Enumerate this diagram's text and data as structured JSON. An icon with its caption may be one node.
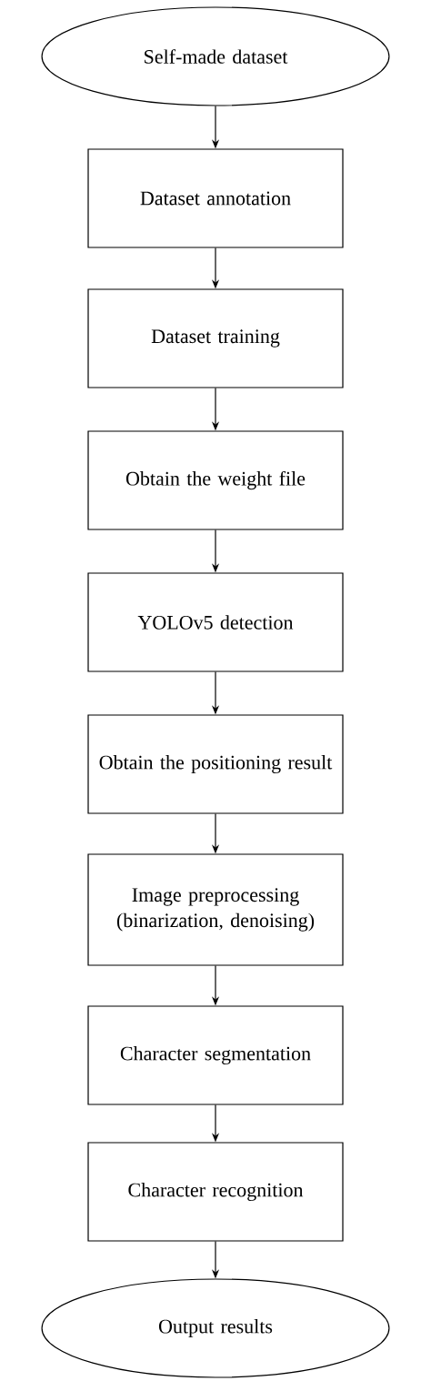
{
  "diagram": {
    "nodes": [
      {
        "text": [
          "Self-made dataset"
        ]
      },
      {
        "text": [
          "Dataset annotation"
        ]
      },
      {
        "text": [
          "Dataset training"
        ]
      },
      {
        "text": [
          "Obtain the weight file"
        ]
      },
      {
        "text": [
          "YOLOv5  detection"
        ]
      },
      {
        "text": [
          "Obtain the positioning result"
        ]
      },
      {
        "text": [
          "Image preprocessing (binarization, denoising)"
        ]
      },
      {
        "text": [
          "Character segmentation"
        ]
      },
      {
        "text": [
          "Character recognition"
        ]
      },
      {
        "text": [
          "Output results"
        ]
      }
    ],
    "edges": [
      {
        "from": 0,
        "to": 1,
        "arrow": "to"
      },
      {
        "from": 1,
        "to": 2,
        "arrow": "to"
      },
      {
        "from": 2,
        "to": 3,
        "arrow": "to"
      },
      {
        "from": 3,
        "to": 4,
        "arrow": "to"
      },
      {
        "from": 4,
        "to": 5,
        "arrow": "to"
      },
      {
        "from": 5,
        "to": 6,
        "arrow": "to"
      },
      {
        "from": 6,
        "to": 7,
        "arrow": "to"
      },
      {
        "from": 7,
        "to": 8,
        "arrow": "to"
      },
      {
        "from": 8,
        "to": 9,
        "arrow": "to"
      }
    ]
  }
}
